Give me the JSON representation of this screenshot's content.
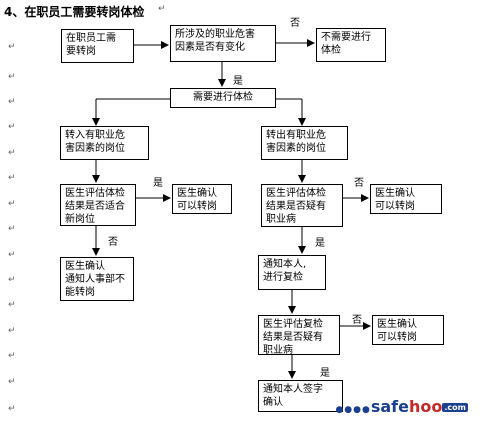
{
  "title": "4、在职员工需要转岗体检",
  "paragraph_mark": "↵",
  "boxes": {
    "start": "在职员工需\n要转岗",
    "q_change": "所涉及的职业危害\n因素是否有变化",
    "no_exam": "不需要进行\n体检",
    "need_exam": "需要进行体检",
    "transfer_in": "转入有职业危\n害因素的岗位",
    "transfer_out": "转出有职业危\n害因素的岗位",
    "eval_fit": "医生评估体检\n结果是否适合\n新岗位",
    "confirm_left": "医生确认\n可以转岗",
    "notify_hr": "医生确认\n通知人事部不\n能转岗",
    "eval_suspect": "医生评估体检\n结果是否疑有\n职业病",
    "confirm_right1": "医生确认\n可以转岗",
    "notify_recheck": "通知本人,\n进行复检",
    "eval_recheck": "医生评估复检\n结果是否疑有\n职业病",
    "confirm_right2": "医生确认\n可以转岗",
    "notify_sign": "通知本人签字\n确认"
  },
  "labels": {
    "no_top": "否",
    "yes_mid": "是",
    "yes_left": "是",
    "no_left": "否",
    "no_right1": "否",
    "yes_right1": "是",
    "no_right2": "否",
    "yes_right2": "是"
  },
  "watermark": {
    "dots": "●●●●",
    "part1": "safe",
    "part2": "hoo",
    "suffix": ".com"
  }
}
